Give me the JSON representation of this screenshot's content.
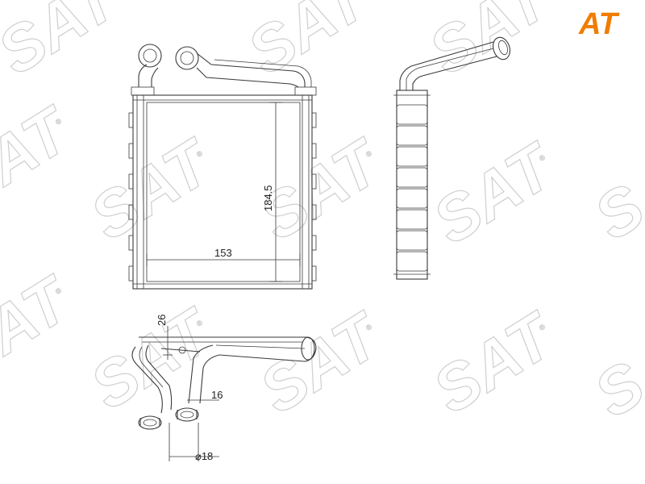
{
  "brand": {
    "logo_text": "AT",
    "logo_color": "#f07d00",
    "watermark_text": "SAT",
    "watermark_registered": "®",
    "watermark_color": "#cfcfcf"
  },
  "dimensions": {
    "width": "153",
    "height": "184.5",
    "outlet_offset": "26",
    "pipe_length": "16",
    "pipe_diameter": "⌀18"
  }
}
